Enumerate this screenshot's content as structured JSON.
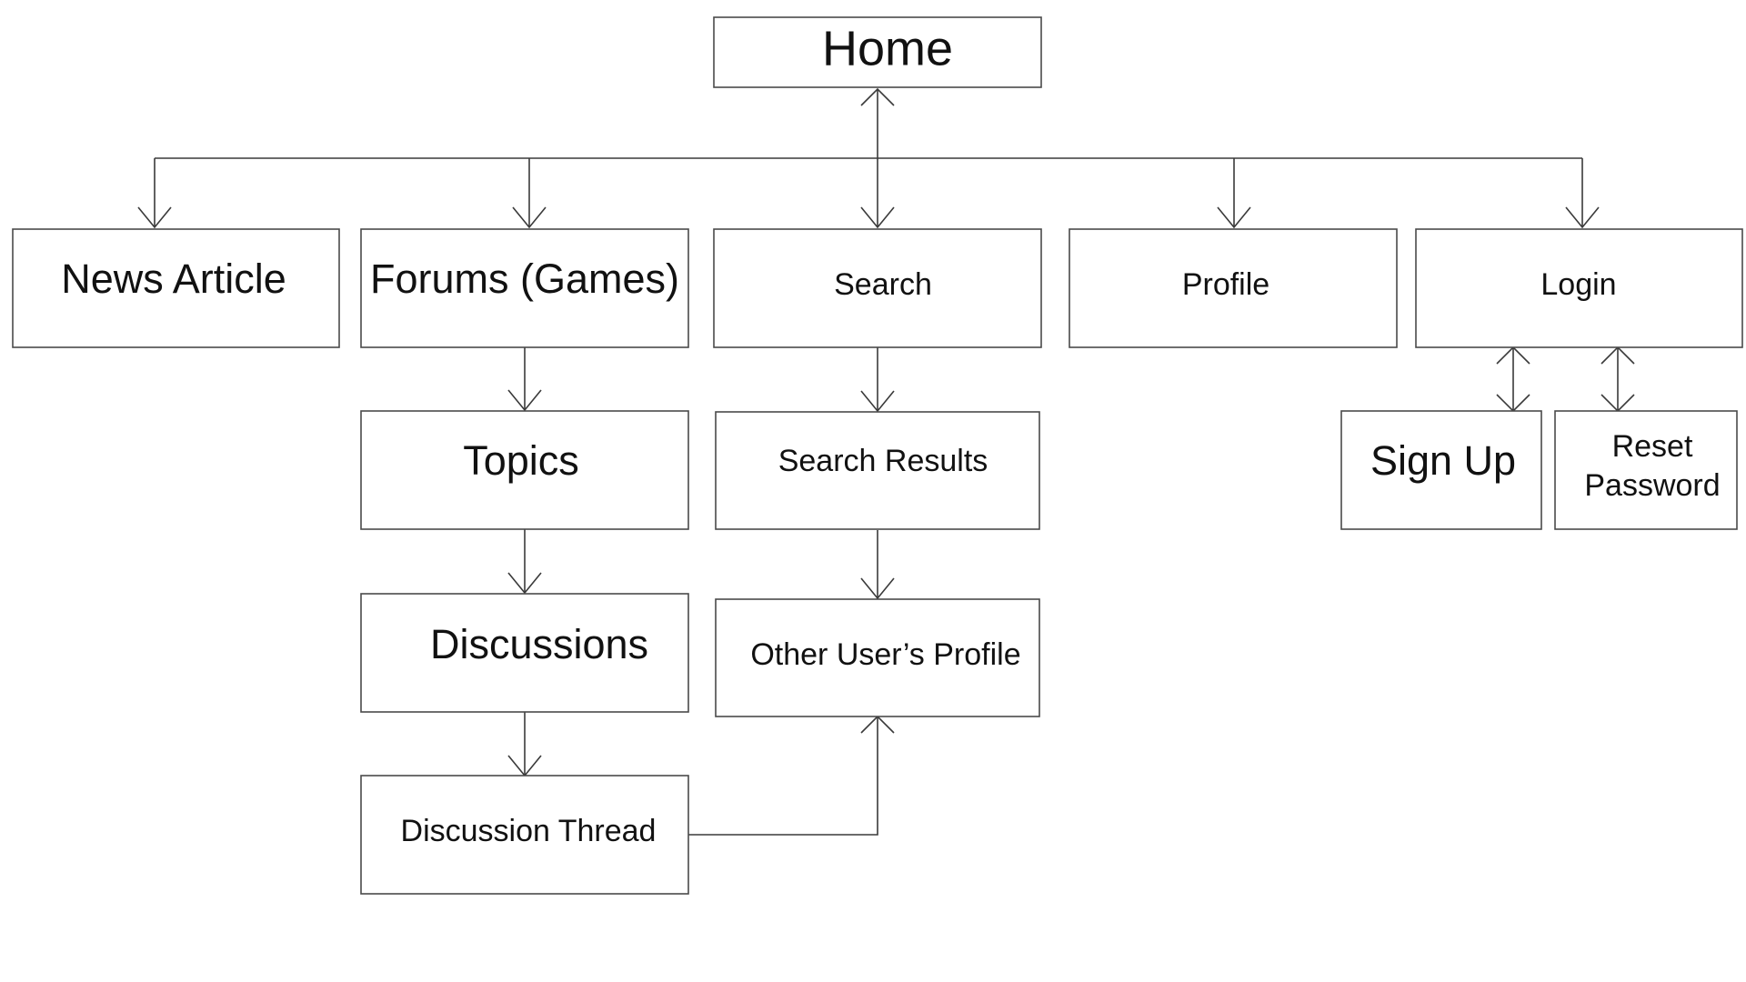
{
  "nodes": {
    "home": "Home",
    "news_article": "News Article",
    "forums": "Forums (Games)",
    "search": "Search",
    "profile": "Profile",
    "login": "Login",
    "topics": "Topics",
    "search_results": "Search Results",
    "sign_up": "Sign Up",
    "reset_password_line1": "Reset",
    "reset_password_line2": "Password",
    "discussions": "Discussions",
    "other_users_profile": "Other User’s Profile",
    "discussion_thread": "Discussion Thread"
  },
  "edges": [
    {
      "from": "Home",
      "to": "News Article",
      "style": "one-way"
    },
    {
      "from": "Home",
      "to": "Forums (Games)",
      "style": "one-way"
    },
    {
      "from": "Home",
      "to": "Search",
      "style": "two-way"
    },
    {
      "from": "Home",
      "to": "Profile",
      "style": "one-way"
    },
    {
      "from": "Home",
      "to": "Login",
      "style": "one-way"
    },
    {
      "from": "Forums (Games)",
      "to": "Topics",
      "style": "one-way"
    },
    {
      "from": "Topics",
      "to": "Discussions",
      "style": "one-way"
    },
    {
      "from": "Discussions",
      "to": "Discussion Thread",
      "style": "one-way"
    },
    {
      "from": "Search",
      "to": "Search Results",
      "style": "one-way"
    },
    {
      "from": "Search Results",
      "to": "Other User’s Profile",
      "style": "one-way"
    },
    {
      "from": "Discussion Thread",
      "to": "Other User’s Profile",
      "style": "one-way"
    },
    {
      "from": "Login",
      "to": "Sign Up",
      "style": "two-way"
    },
    {
      "from": "Login",
      "to": "Reset Password",
      "style": "two-way"
    }
  ]
}
